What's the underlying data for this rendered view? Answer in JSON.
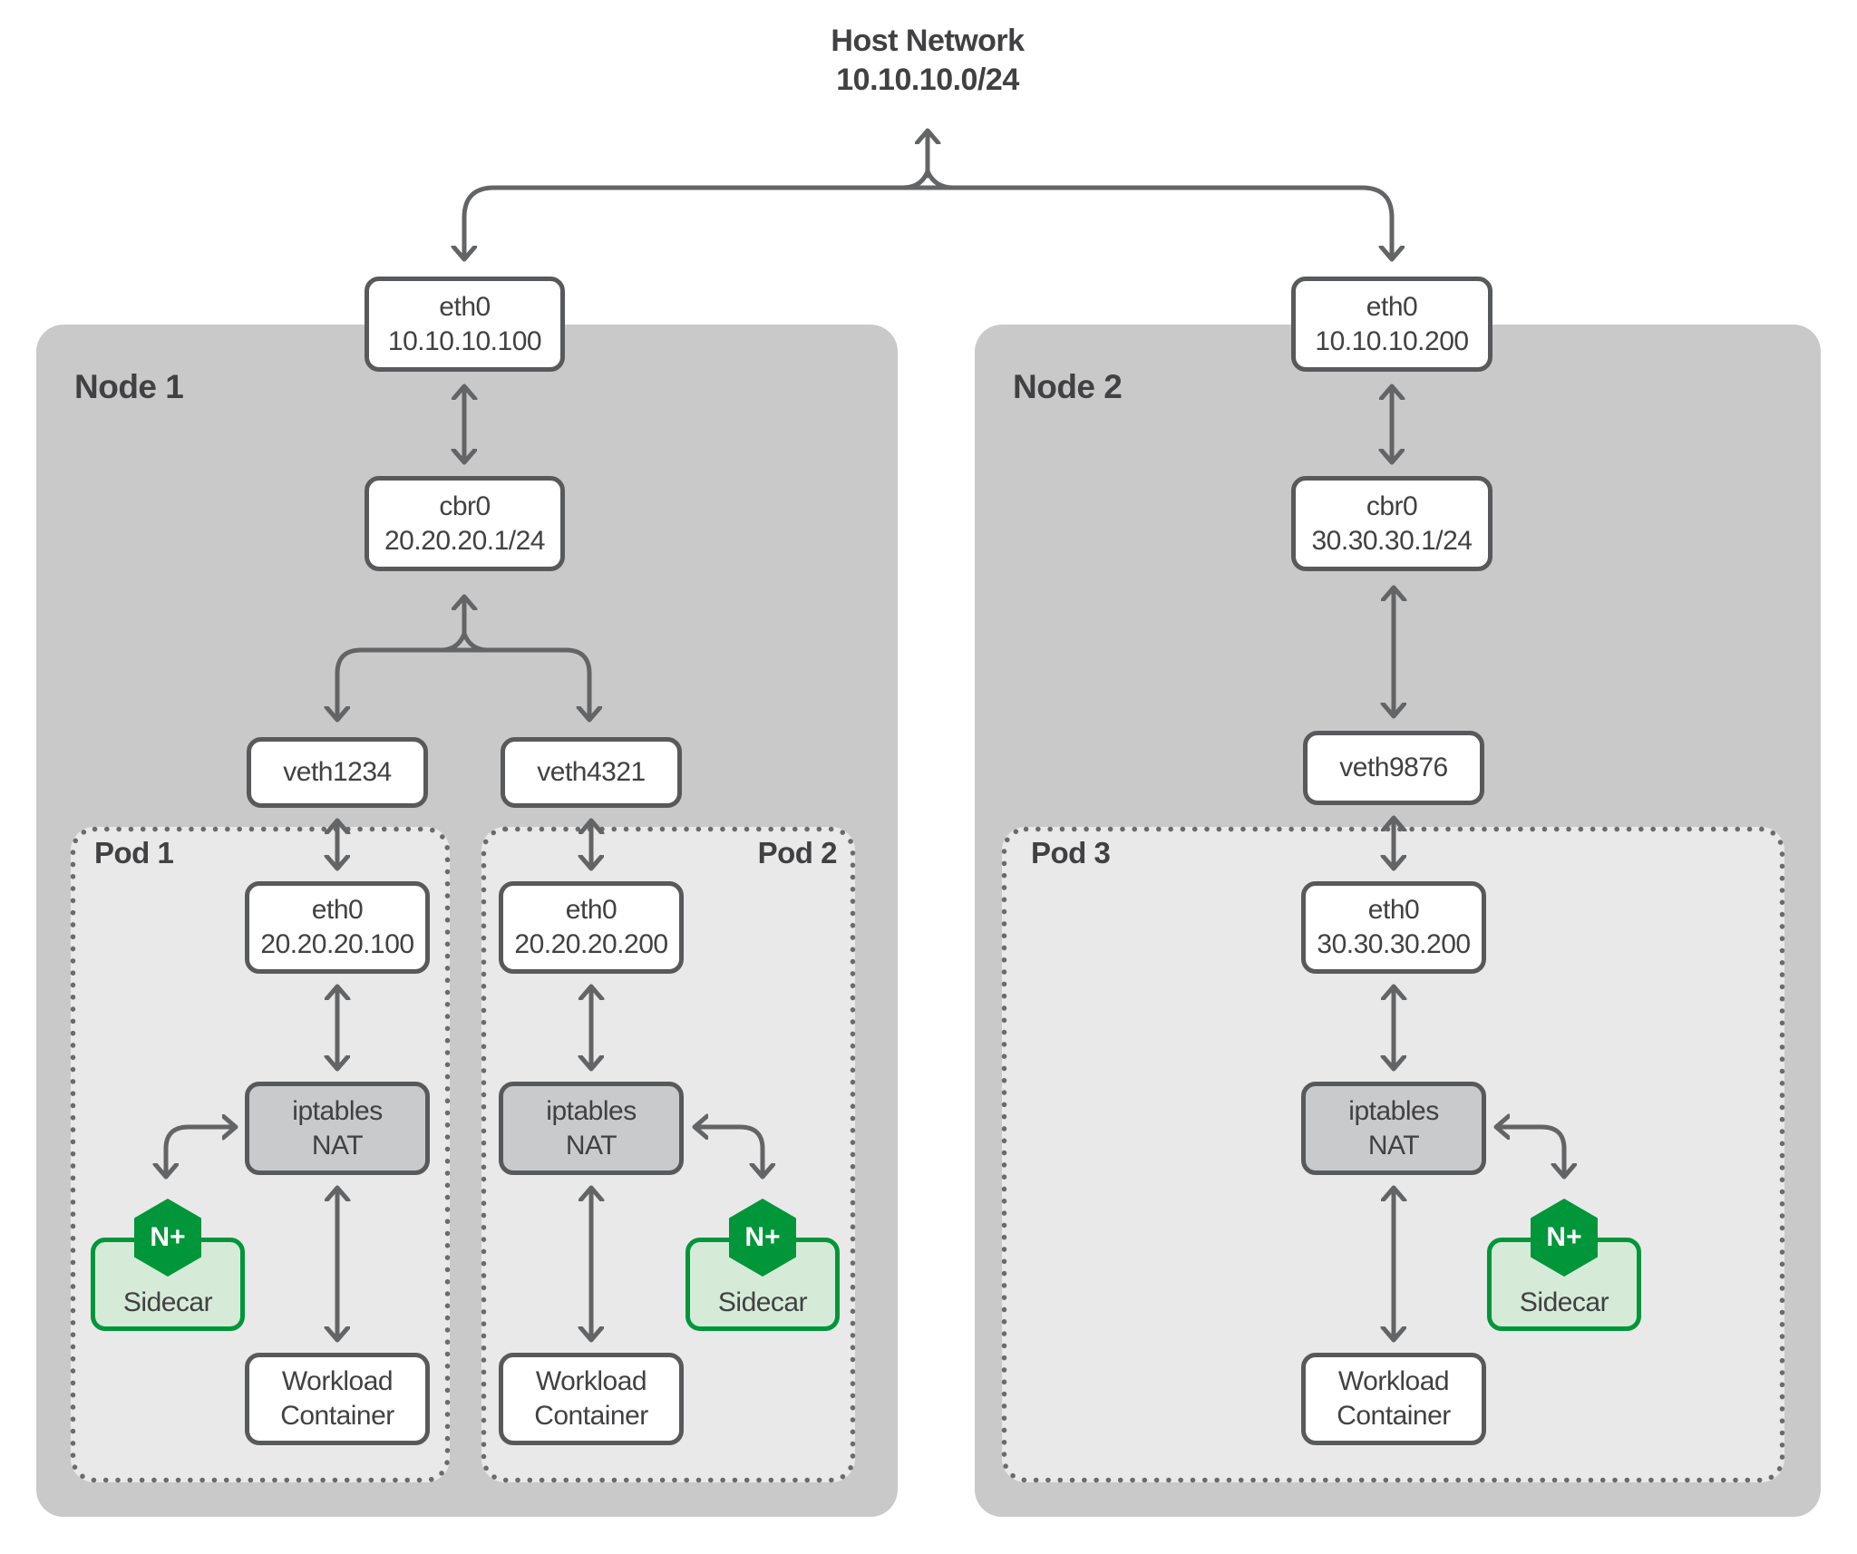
{
  "title": {
    "line1": "Host Network",
    "line2": "10.10.10.0/24"
  },
  "node1": {
    "label": "Node 1",
    "eth0": {
      "name": "eth0",
      "ip": "10.10.10.100"
    },
    "cbr0": {
      "name": "cbr0",
      "ip": "20.20.20.1/24"
    },
    "veth_left": "veth1234",
    "veth_right": "veth4321"
  },
  "node2": {
    "label": "Node 2",
    "eth0": {
      "name": "eth0",
      "ip": "10.10.10.200"
    },
    "cbr0": {
      "name": "cbr0",
      "ip": "30.30.30.1/24"
    },
    "veth": "veth9876"
  },
  "pod1": {
    "label": "Pod 1",
    "eth0": {
      "name": "eth0",
      "ip": "20.20.20.100"
    },
    "nat": {
      "line1": "iptables",
      "line2": "NAT"
    },
    "sidecar": {
      "label": "Sidecar",
      "badge": "N+"
    },
    "workload": {
      "line1": "Workload",
      "line2": "Container"
    }
  },
  "pod2": {
    "label": "Pod 2",
    "eth0": {
      "name": "eth0",
      "ip": "20.20.20.200"
    },
    "nat": {
      "line1": "iptables",
      "line2": "NAT"
    },
    "sidecar": {
      "label": "Sidecar",
      "badge": "N+"
    },
    "workload": {
      "line1": "Workload",
      "line2": "Container"
    }
  },
  "pod3": {
    "label": "Pod 3",
    "eth0": {
      "name": "eth0",
      "ip": "30.30.30.200"
    },
    "nat": {
      "line1": "iptables",
      "line2": "NAT"
    },
    "sidecar": {
      "label": "Sidecar",
      "badge": "N+"
    },
    "workload": {
      "line1": "Workload",
      "line2": "Container"
    }
  },
  "colors": {
    "nginx_green": "#009639",
    "sidecar_fill": "#d6ead8",
    "node_fill": "#c9c9ca",
    "pod_fill": "#e9e9e9",
    "nat_fill": "#c9cacb",
    "box_border": "#58595b",
    "line": "#636466",
    "text": "#414042"
  }
}
